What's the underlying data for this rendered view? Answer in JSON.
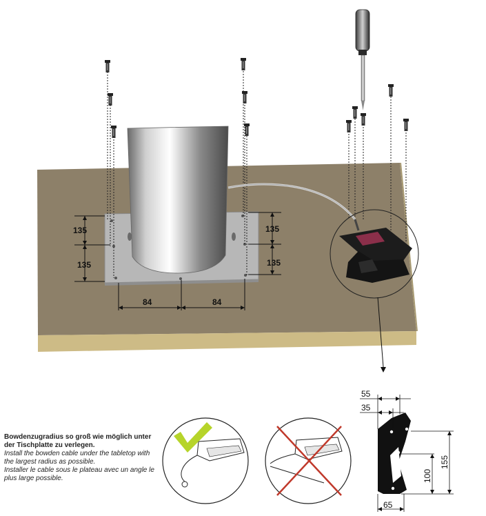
{
  "dimensions": {
    "plate_left_upper": "135",
    "plate_left_lower": "135",
    "plate_right_upper": "135",
    "plate_right_lower": "135",
    "plate_bottom_left": "84",
    "plate_bottom_right": "84",
    "detail_top_outer": "55",
    "detail_top_inner": "35",
    "detail_height_inner": "100",
    "detail_height_outer": "155",
    "detail_bottom": "65"
  },
  "instructions": {
    "de": "Bowdenzugradius so groß wie möglich unter der Tischplatte zu verlegen.",
    "en": "Install the bowden cable under the tabletop with the largest radius as possible.",
    "fr": "Installer le cable sous le plateau avec un angle le plus large possible."
  },
  "colors": {
    "tabletop": "#8d8069",
    "tabletop_edge": "#cdbb86",
    "plate": "#b7b7b7",
    "approved": "#b6d42a",
    "rejected": "#c0392b"
  },
  "icons": [
    "screwdriver-icon",
    "screw-icon",
    "check-mark-icon",
    "cross-mark-icon"
  ]
}
